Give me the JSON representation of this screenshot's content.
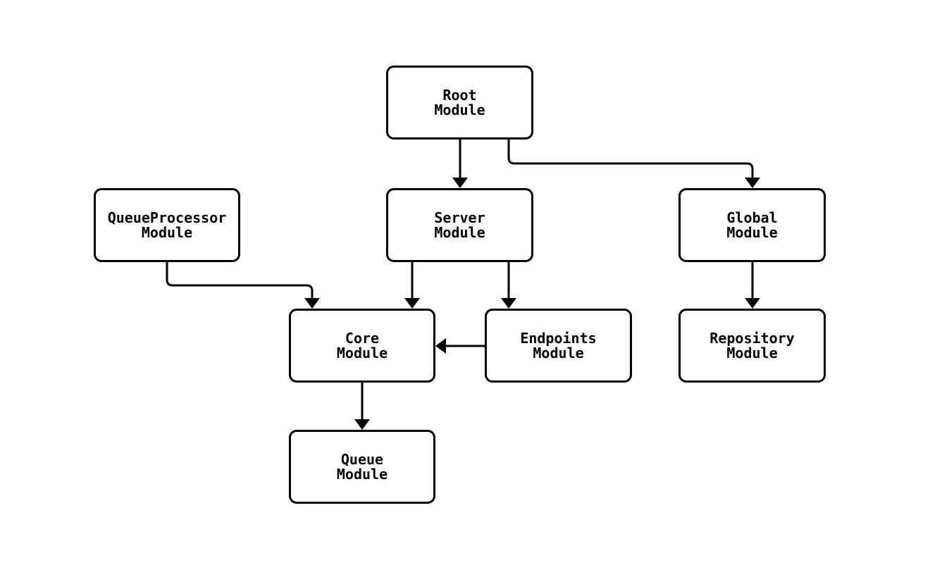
{
  "diagram": {
    "colors": {
      "background": "#ffffff",
      "node_fill": "#ffffff",
      "stroke": "#000000",
      "text": "#000000"
    },
    "nodes": {
      "root": {
        "label": "Root\nModule"
      },
      "queue_processor": {
        "label": "QueueProcessor\nModule"
      },
      "server": {
        "label": "Server\nModule"
      },
      "global": {
        "label": "Global\nModule"
      },
      "core": {
        "label": "Core\nModule"
      },
      "endpoints": {
        "label": "Endpoints\nModule"
      },
      "repository": {
        "label": "Repository\nModule"
      },
      "queue": {
        "label": "Queue\nModule"
      }
    },
    "edges": [
      {
        "from": "Root Module",
        "to": "Server Module"
      },
      {
        "from": "Root Module",
        "to": "Global Module"
      },
      {
        "from": "QueueProcessor Module",
        "to": "Core Module"
      },
      {
        "from": "Server Module",
        "to": "Core Module"
      },
      {
        "from": "Server Module",
        "to": "Endpoints Module"
      },
      {
        "from": "Endpoints Module",
        "to": "Core Module"
      },
      {
        "from": "Global Module",
        "to": "Repository Module"
      },
      {
        "from": "Core Module",
        "to": "Queue Module"
      }
    ]
  }
}
